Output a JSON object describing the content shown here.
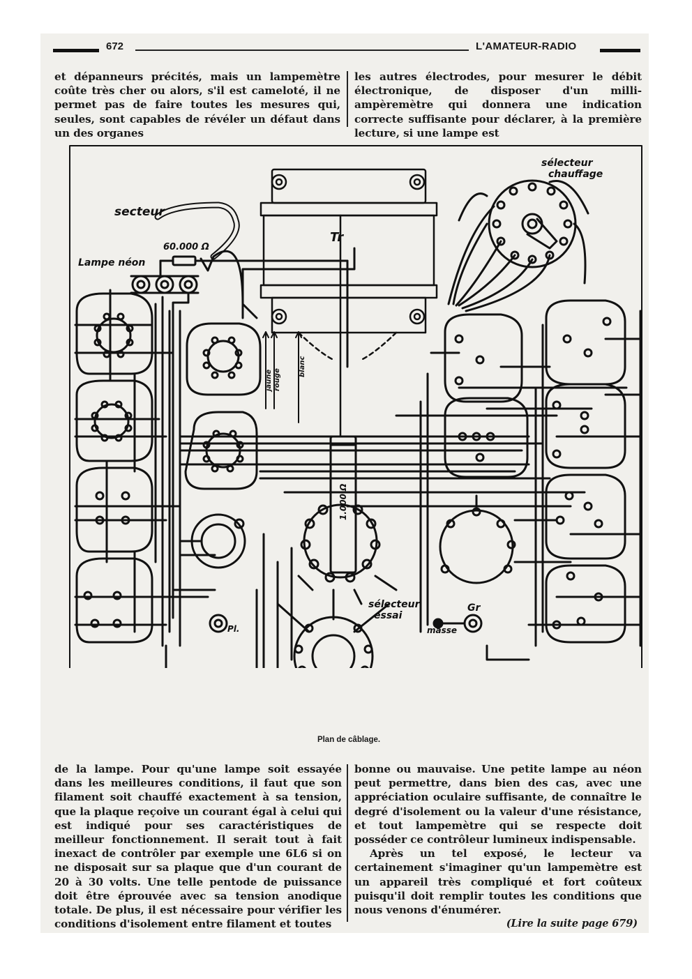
{
  "header": {
    "page_number": "672",
    "magazine": "L'AMATEUR-RADIO"
  },
  "top_columns": {
    "left": "et dépanneurs précités, mais un lampemètre coûte très cher ou alors, s'il est cameloté, il ne permet pas de faire toutes les mesures qui, seules, sont capables de révéler un défaut dans un des organes",
    "right": "les autres électrodes, pour mesurer le débit électronique, de disposer d'un milli-ampèremètre qui donnera une indication correcte suffisante pour déclarer, à la première lecture, si une lampe est"
  },
  "diagram": {
    "labels": {
      "secteur": "secteur",
      "resistor": "60.000 Ω",
      "lampe_neon": "Lampe néon",
      "transformer": "Tr",
      "selecteur_chauffage_1": "sélecteur",
      "selecteur_chauffage_2": "chauffage",
      "wire_jaune": "jaune",
      "wire_rouge": "rouge",
      "wire_blanc": "blanc",
      "resistor_1000": "1.000 Ω",
      "selecteur_essai_1": "sélecteur",
      "selecteur_essai_2": "essai",
      "gr": "Gr",
      "masse": "masse",
      "pl": "Pl."
    }
  },
  "caption": "Plan de câblage.",
  "bottom_columns": {
    "left": "de la lampe. Pour qu'une lampe soit essayée dans les meilleures conditions, il faut que son filament soit chauffé exactement à sa tension, que la plaque reçoive un courant égal à celui qui est indiqué pour ses caractéristiques de meilleur fonctionnement. Il serait tout à fait inexact de contrôler par exemple une 6L6 si on ne disposait sur sa plaque que d'un courant de 20 à 30 volts. Une telle pentode de puissance doit être éprouvée avec sa tension anodique totale. De plus, il est nécessaire pour vérifier les conditions d'isolement entre filament et toutes",
    "right_p1": "bonne ou mauvaise. Une petite lampe au néon peut permettre, dans bien des cas, avec une appréciation oculaire suffisante, de connaître le degré d'isolement ou la valeur d'une résistance, et tout lampemètre qui se respecte doit posséder ce contrôleur lumineux indispensable.",
    "right_p2": "Après un tel exposé, le lecteur va certainement s'imaginer qu'un lampemètre est un appareil très compliqué et fort coûteux puisqu'il doit remplir toutes les conditions que nous venons d'énumérer.",
    "continued": "(Lire la suite page 679)"
  },
  "colors": {
    "ink": "#111111",
    "paper": "#f1f0ec"
  }
}
